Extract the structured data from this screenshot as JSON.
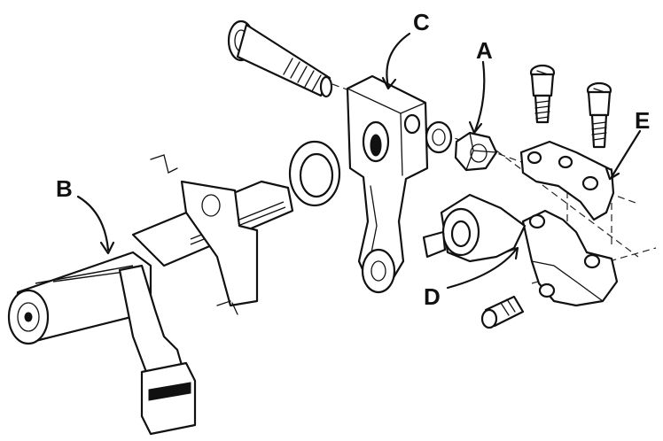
{
  "diagram": {
    "labels": {
      "a": "A",
      "b": "B",
      "c": "C",
      "d": "D",
      "e": "E"
    }
  }
}
